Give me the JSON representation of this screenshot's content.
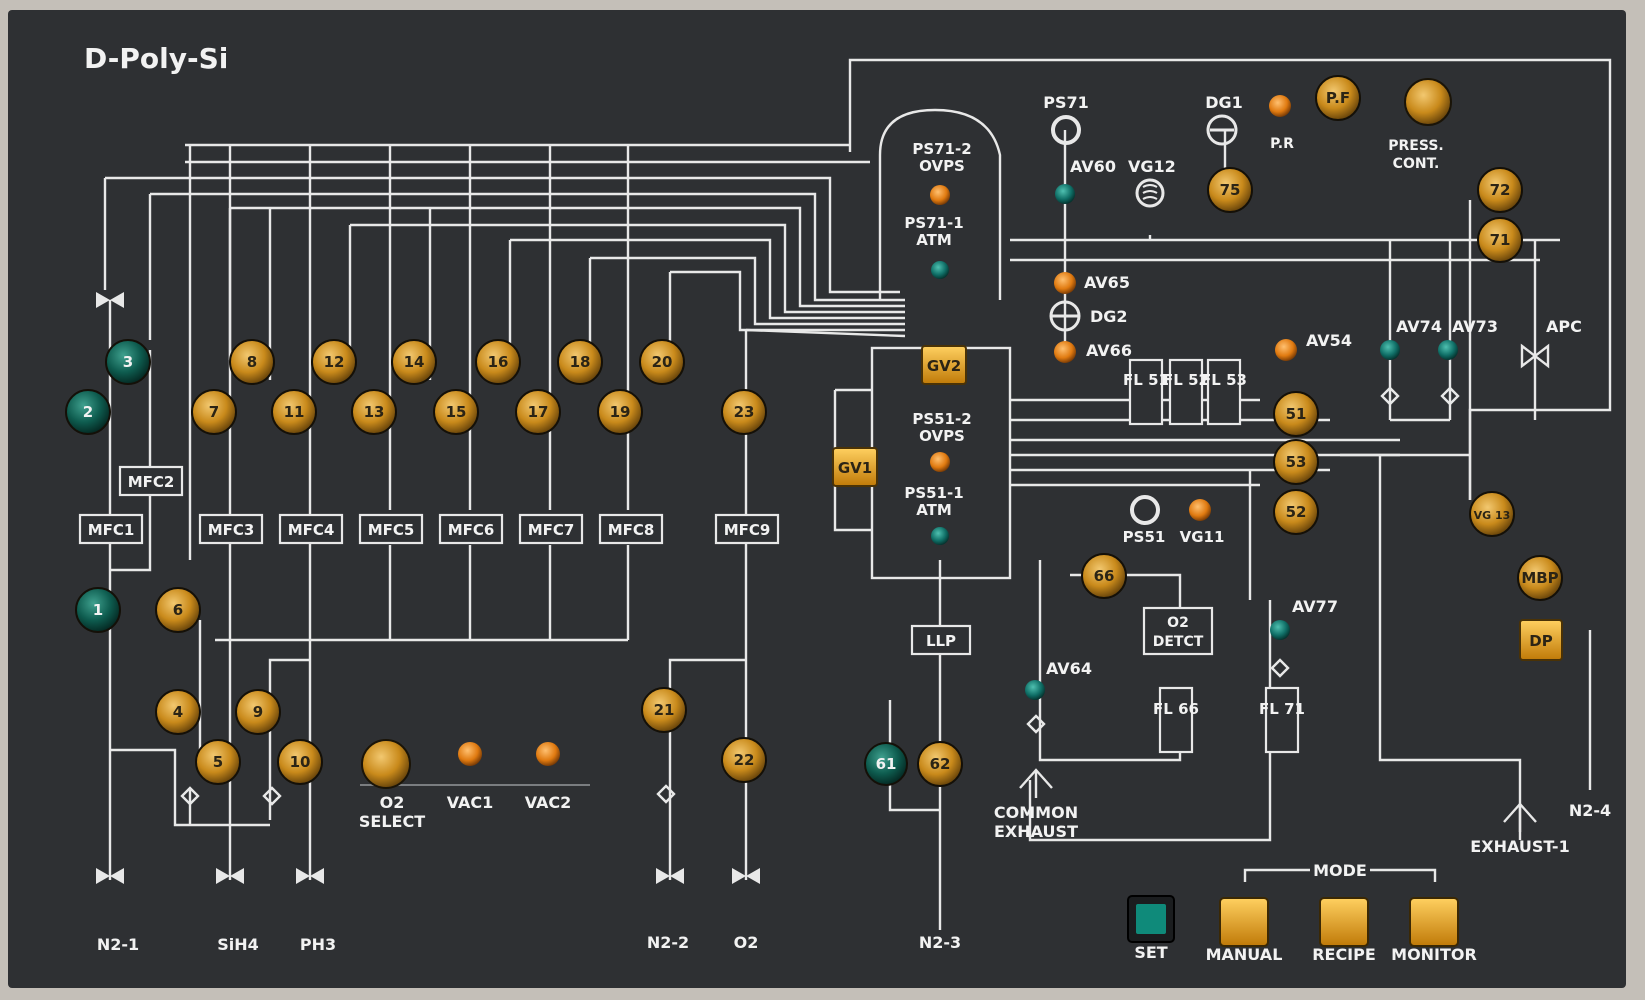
{
  "title": "D-Poly-Si",
  "colors": {
    "panel": "#2e3033",
    "frame": "#c4bfb8",
    "line": "#e8e8e8",
    "amber": "#c98a1b",
    "green": "#0e5c4f",
    "orange_led": "#e07a10",
    "teal_led": "#0f6e66",
    "yellow_btn": "#e8a010",
    "teal_btn": "#0f8a7a"
  },
  "valve_buttons": [
    {
      "label": "1",
      "color": "green"
    },
    {
      "label": "2",
      "color": "green"
    },
    {
      "label": "3",
      "color": "green"
    },
    {
      "label": "4",
      "color": "amber"
    },
    {
      "label": "5",
      "color": "amber"
    },
    {
      "label": "6",
      "color": "amber"
    },
    {
      "label": "7",
      "color": "amber"
    },
    {
      "label": "8",
      "color": "amber"
    },
    {
      "label": "9",
      "color": "amber"
    },
    {
      "label": "10",
      "color": "amber"
    },
    {
      "label": "11",
      "color": "amber"
    },
    {
      "label": "12",
      "color": "amber"
    },
    {
      "label": "13",
      "color": "amber"
    },
    {
      "label": "14",
      "color": "amber"
    },
    {
      "label": "15",
      "color": "amber"
    },
    {
      "label": "16",
      "color": "amber"
    },
    {
      "label": "17",
      "color": "amber"
    },
    {
      "label": "18",
      "color": "amber"
    },
    {
      "label": "19",
      "color": "amber"
    },
    {
      "label": "20",
      "color": "amber"
    },
    {
      "label": "21",
      "color": "amber"
    },
    {
      "label": "22",
      "color": "amber"
    },
    {
      "label": "23",
      "color": "amber"
    },
    {
      "label": "51",
      "color": "amber"
    },
    {
      "label": "52",
      "color": "amber"
    },
    {
      "label": "53",
      "color": "amber"
    },
    {
      "label": "61",
      "color": "green"
    },
    {
      "label": "62",
      "color": "amber"
    },
    {
      "label": "66",
      "color": "amber"
    },
    {
      "label": "71",
      "color": "amber"
    },
    {
      "label": "72",
      "color": "amber"
    },
    {
      "label": "75",
      "color": "amber"
    },
    {
      "label": "VG 13",
      "color": "amber"
    },
    {
      "label": "MBP",
      "color": "amber"
    },
    {
      "label": "P.F",
      "color": "amber"
    }
  ],
  "square_indicators": [
    "GV2",
    "GV1",
    "DP"
  ],
  "mfc_labels": [
    "MFC1",
    "MFC2",
    "MFC3",
    "MFC4",
    "MFC5",
    "MFC6",
    "MFC7",
    "MFC8",
    "MFC9"
  ],
  "filter_labels": [
    "FL 51",
    "FL 52",
    "FL 53",
    "FL 66",
    "FL 71"
  ],
  "box_labels": {
    "llp": "LLP",
    "detector": [
      "O2",
      "DETCT"
    ]
  },
  "chamber_labels": {
    "ps71_2": [
      "PS71-2",
      "OVPS"
    ],
    "ps71_1": [
      "PS71-1",
      "ATM"
    ],
    "ps51_2": [
      "PS51-2",
      "OVPS"
    ],
    "ps51_1": [
      "PS51-1",
      "ATM"
    ]
  },
  "point_labels": {
    "ps71": "PS71",
    "dg1": "DG1",
    "pr": "P.R",
    "press_cont": [
      "PRESS.",
      "CONT."
    ],
    "av60": "AV60",
    "vg12": "VG12",
    "av65": "AV65",
    "dg2": "DG2",
    "av66": "AV66",
    "av54": "AV54",
    "av74": "AV74",
    "av73": "AV73",
    "apc": "APC",
    "ps51": "PS51",
    "vg11": "VG11",
    "av77": "AV77",
    "av64": "AV64",
    "common_exhaust": [
      "COMMON",
      "EXHAUST"
    ],
    "exhaust1": "EXHAUST-1"
  },
  "selector_labels": {
    "o2_select": [
      "O2",
      "SELECT"
    ],
    "vac1": "VAC1",
    "vac2": "VAC2"
  },
  "gas_inlets": [
    "N2-1",
    "SiH4",
    "PH3",
    "N2-2",
    "O2",
    "N2-3",
    "N2-4"
  ],
  "mode": {
    "title": "MODE",
    "set_label": "SET",
    "buttons": [
      "MANUAL",
      "RECIPE",
      "MONITOR"
    ]
  }
}
